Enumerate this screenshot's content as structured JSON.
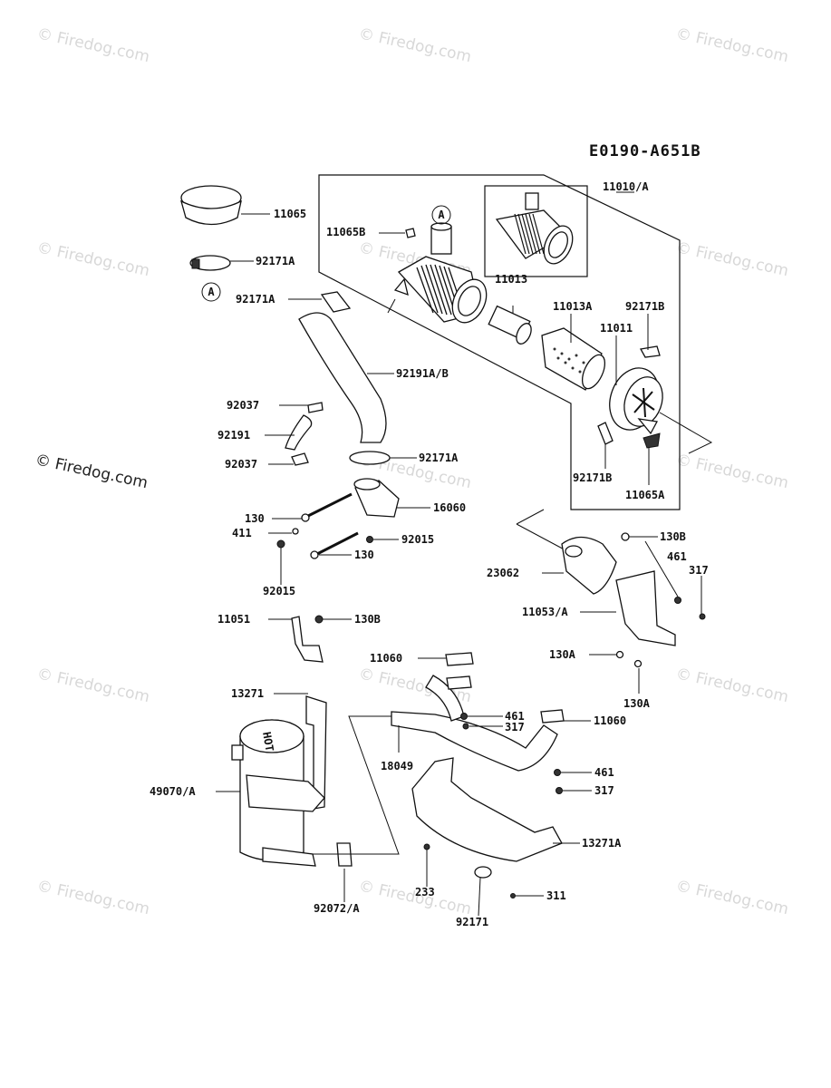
{
  "diagram_code": "E0190-A651B",
  "callout_letter": "A",
  "watermark": "© Firedog.com",
  "side_watermark": "© Firedog.com",
  "hot_marking": "HOT",
  "part_labels": {
    "p11010A": "11010/A",
    "p11065": "11065",
    "p11065B": "11065B",
    "p92171A_top": "92171A",
    "p92171A_left": "92171A",
    "p11013": "11013",
    "p11013A": "11013A",
    "p92171B_top": "92171B",
    "p11011": "11011",
    "p92191AB": "92191A/B",
    "p92037_top": "92037",
    "p92191": "92191",
    "p92037_bot": "92037",
    "p92171A_mid": "92171A",
    "p92171B_bot": "92171B",
    "p11065A": "11065A",
    "p16060": "16060",
    "p130_a": "130",
    "p411": "411",
    "p92015_r": "92015",
    "p130_b": "130",
    "p92015_l": "92015",
    "p130B_r": "130B",
    "p461_r": "461",
    "p317_r": "317",
    "p23062": "23062",
    "p11053A": "11053/A",
    "p130A_l": "130A",
    "p130A_b": "130A",
    "p11051": "11051",
    "p130B_l": "130B",
    "p11060_t": "11060",
    "p13271": "13271",
    "p461_m": "461",
    "p317_m": "317",
    "p11060_m": "11060",
    "p18049": "18049",
    "p461_b": "461",
    "p317_b": "317",
    "p49070A": "49070/A",
    "p13271A": "13271A",
    "p233": "233",
    "p311": "311",
    "p92072A": "92072/A",
    "p92171": "92171"
  }
}
